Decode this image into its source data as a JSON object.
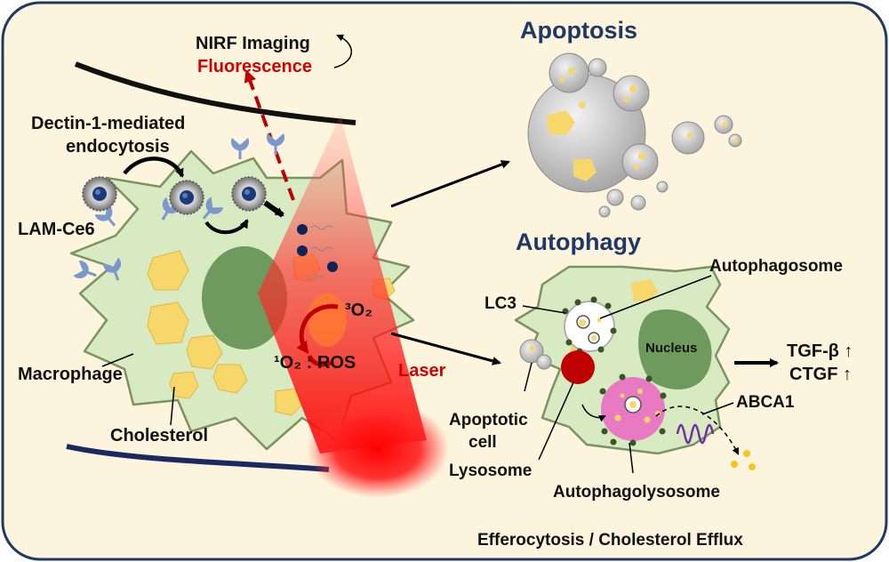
{
  "labels": {
    "nirf_imaging": "NIRF Imaging",
    "fluorescence": "Fluorescence",
    "dectin_line1": "Dectin-1-mediated",
    "dectin_line2": "endocytosis",
    "lam_ce6": "LAM-Ce6",
    "macrophage": "Macrophage",
    "cholesterol": "Cholesterol",
    "triplet_oxygen": "³O₂",
    "singlet_oxygen": "¹O₂ : ROS",
    "laser": "Laser",
    "apoptosis": "Apoptosis",
    "autophagy": "Autophagy",
    "autophagosome": "Autophagosome",
    "lc3": "LC3",
    "nucleus": "Nucleus",
    "tgf_beta": "TGF-β ↑",
    "ctgf": "CTGF ↑",
    "abca1": "ABCA1",
    "apoptotic_line1": "Apoptotic",
    "apoptotic_line2": "cell",
    "lysosome": "Lysosome",
    "autophagolysosome": "Autophagolysosome",
    "efferocytosis": "Efferocytosis / Cholesterol Efflux"
  },
  "colors": {
    "panel_bg": "#fcf4dd",
    "panel_border": "#1f3864",
    "cell_fill": "#d7eac2",
    "cell_stroke": "#7b9360",
    "nucleus_fill": "#6f9a5d",
    "cholesterol": "#f7d76a",
    "receptor": "#7b98cc",
    "laser_red": "#ff2020",
    "lysosome": "#c00000",
    "autophagolysosome": "#e87ac4",
    "lc3_dot": "#375623",
    "title_navy": "#1f3864",
    "abca1": "#7030a0"
  }
}
